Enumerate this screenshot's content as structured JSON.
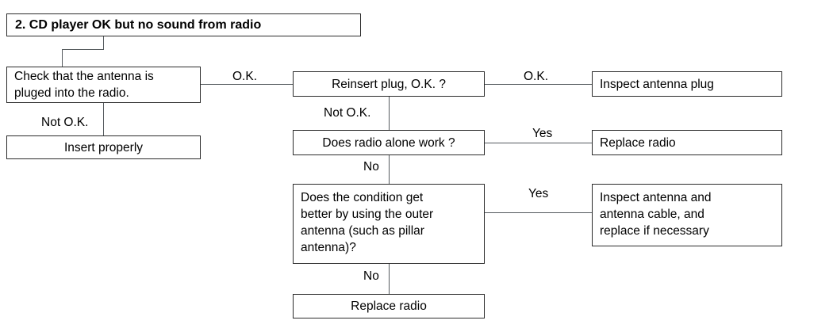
{
  "diagram": {
    "type": "troubleshooting-flowchart",
    "title": "2. CD player OK but no sound from radio",
    "nodes": {
      "check_antenna": "Check that the antenna is\npluged into the radio.",
      "insert_properly": "Insert properly",
      "reinsert_plug": "Reinsert plug, O.K. ?",
      "inspect_antenna_plug": "Inspect antenna plug",
      "radio_alone_work": "Does radio alone work ?",
      "replace_radio_1": "Replace radio",
      "outer_antenna": "Does the condition get\nbetter by using the outer\nantenna (such as pillar\nantenna)?",
      "inspect_antenna_cable": "Inspect antenna and\nantenna cable, and\nreplace if necessary",
      "replace_radio_2": "Replace radio"
    },
    "edges": {
      "check_ok": "O.K.",
      "check_not_ok": "Not O.K.",
      "reinsert_ok": "O.K.",
      "reinsert_not_ok": "Not O.K.",
      "radio_yes": "Yes",
      "radio_no": "No",
      "outer_yes": "Yes",
      "outer_no": "No"
    },
    "colors": {
      "box_border": "#2b2b2b",
      "connector": "#555a5e",
      "background": "#ffffff",
      "text": "#000000"
    }
  }
}
